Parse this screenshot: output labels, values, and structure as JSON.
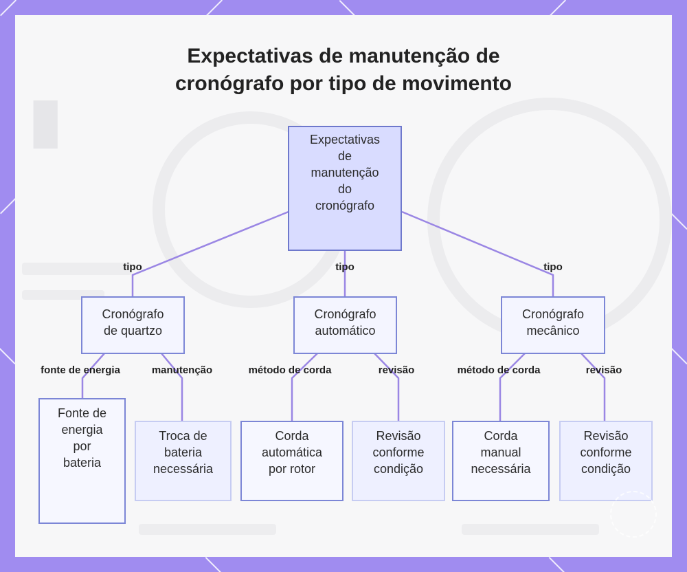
{
  "title": {
    "line1": "Expectativas de manutenção de",
    "line2": "cronógrafo por tipo de movimento"
  },
  "colors": {
    "frame": "#a08cf0",
    "panel": "#f7f7f8",
    "edge": "#9a86e4",
    "node_border": "#7c86d6",
    "root_fill": "#d9dcff"
  },
  "nodes": {
    "root": [
      "Expectativas",
      "de",
      "manutenção",
      "do",
      "cronógrafo"
    ],
    "quartz": [
      "Cronógrafo",
      "de quartzo"
    ],
    "automatic": [
      "Cronógrafo",
      "automático"
    ],
    "mechanical": [
      "Cronógrafo",
      "mecânico"
    ],
    "quartz_power": [
      "Fonte de",
      "energia",
      "por",
      "bateria"
    ],
    "quartz_maint": [
      "Troca de",
      "bateria",
      "necessária"
    ],
    "auto_wind": [
      "Corda",
      "automática",
      "por rotor"
    ],
    "auto_service": [
      "Revisão",
      "conforme",
      "condição"
    ],
    "mech_wind": [
      "Corda",
      "manual",
      "necessária"
    ],
    "mech_service": [
      "Revisão",
      "conforme",
      "condição"
    ]
  },
  "edge_labels": {
    "tipo_left": "tipo",
    "tipo_center": "tipo",
    "tipo_right": "tipo",
    "fonte_energia": "fonte de energia",
    "manutencao": "manutenção",
    "metodo_corda_auto": "método de corda",
    "revisao_auto": "revisão",
    "metodo_corda_mech": "método de corda",
    "revisao_mech": "revisão"
  }
}
